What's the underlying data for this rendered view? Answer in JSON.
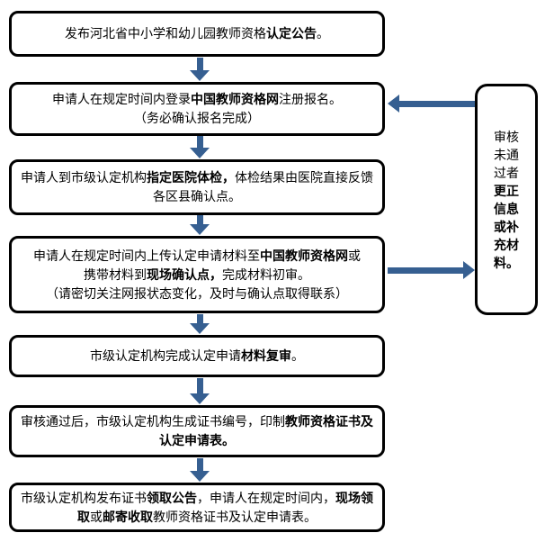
{
  "colors": {
    "background": "#ffffff",
    "fill": "#ffffff",
    "border": "#000000",
    "text": "#000000",
    "arrow": "#365f91"
  },
  "flowchart": {
    "boxes": [
      {
        "segments": [
          {
            "text": "发布河北省中小学和幼儿园教师资格",
            "bold": false
          },
          {
            "text": "认定公告",
            "bold": true
          },
          {
            "text": "。",
            "bold": false
          }
        ]
      },
      {
        "segments": [
          {
            "text": "申请人在规定时间内登录",
            "bold": false
          },
          {
            "text": "中国教师资格网",
            "bold": true
          },
          {
            "text": "注册报名。\n（务必确认报名完成）",
            "bold": false
          }
        ]
      },
      {
        "segments": [
          {
            "text": "申请人到市级认定机构",
            "bold": false
          },
          {
            "text": "指定医院体检，",
            "bold": true
          },
          {
            "text": "体检结果由医院直接反馈\n各区县确认点。",
            "bold": false
          }
        ]
      },
      {
        "segments": [
          {
            "text": "申请人在规定时间内上传认定申请材料至",
            "bold": false
          },
          {
            "text": "中国教师资格网",
            "bold": true
          },
          {
            "text": "或\n携带材料到",
            "bold": false
          },
          {
            "text": "现场确认点，",
            "bold": true
          },
          {
            "text": "完成材料初审。\n（请密切关注网报状态变化，及时与确认点取得联系）",
            "bold": false
          }
        ]
      },
      {
        "segments": [
          {
            "text": "市级认定机构完成认定申请",
            "bold": false
          },
          {
            "text": "材料复审",
            "bold": true
          },
          {
            "text": "。",
            "bold": false
          }
        ]
      },
      {
        "segments": [
          {
            "text": "审核通过后，市级认定机构生成证书编号，印制",
            "bold": false
          },
          {
            "text": "教师资格证书及\n认定申请表。",
            "bold": true
          }
        ]
      },
      {
        "segments": [
          {
            "text": "市级认定机构发布证书",
            "bold": false
          },
          {
            "text": "领取公告",
            "bold": true
          },
          {
            "text": "，申请人在规定时间内，",
            "bold": false
          },
          {
            "text": "现场领\n取",
            "bold": true
          },
          {
            "text": "或",
            "bold": false
          },
          {
            "text": "邮寄收取",
            "bold": true
          },
          {
            "text": "教师资格证书及认定申请表。",
            "bold": false
          }
        ]
      }
    ],
    "side_box": {
      "segments": [
        {
          "text": "审核\n未通\n过者\n",
          "bold": false
        },
        {
          "text": "更正\n信息\n或补\n充材\n料。",
          "bold": true
        }
      ]
    }
  }
}
